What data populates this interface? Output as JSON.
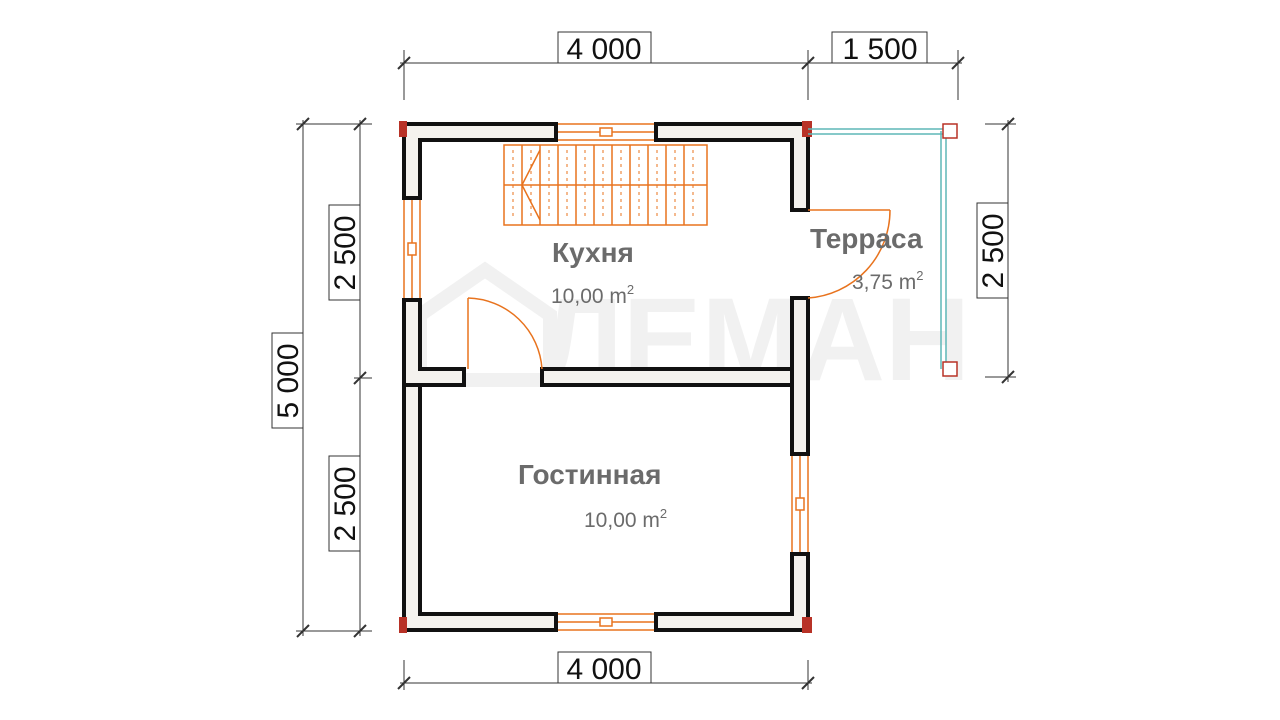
{
  "dimensions": {
    "top_left": "4 000",
    "top_right": "1 500",
    "bottom": "4 000",
    "left_total": "5 000",
    "left_upper": "2 500",
    "left_lower": "2 500",
    "right_terrace": "2 500"
  },
  "rooms": {
    "kitchen": {
      "name": "Кухня",
      "area": "10,00 m",
      "area_sup": "2"
    },
    "living": {
      "name": "Гостинная",
      "area": "10,00 m",
      "area_sup": "2"
    },
    "terrace": {
      "name": "Терраса",
      "area": "3,75 m",
      "area_sup": "2"
    }
  },
  "watermark": {
    "text": "ЛЕМАН"
  },
  "colors": {
    "wall": "#111111",
    "wall_fill": "#f4f2ee",
    "corner": "#c0392b",
    "window": "#e8731e",
    "stairs": "#e8731e",
    "railing": "#5fb7b7",
    "watermark": "#f1f1f1"
  }
}
